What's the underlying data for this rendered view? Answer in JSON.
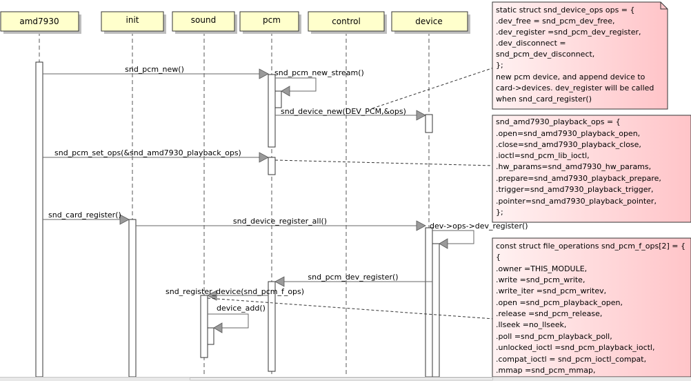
{
  "participants": [
    {
      "id": "amd7930",
      "label": "amd7930"
    },
    {
      "id": "init",
      "label": "init"
    },
    {
      "id": "sound",
      "label": "sound"
    },
    {
      "id": "pcm",
      "label": "pcm"
    },
    {
      "id": "control",
      "label": "control"
    },
    {
      "id": "device",
      "label": "device"
    }
  ],
  "messages": [
    {
      "from": "amd7930",
      "to": "pcm",
      "label": "snd_pcm_new()"
    },
    {
      "from": "pcm",
      "to": "pcm",
      "label": "snd_pcm_new_stream()"
    },
    {
      "from": "pcm",
      "to": "device",
      "label": "snd_device_new(DEV_PCM,&ops)"
    },
    {
      "from": "amd7930",
      "to": "pcm",
      "label": "snd_pcm_set_ops(&snd_amd7930_playback_ops)"
    },
    {
      "from": "amd7930",
      "to": "init",
      "label": "snd_card_register()"
    },
    {
      "from": "init",
      "to": "device",
      "label": "snd_device_register_all()"
    },
    {
      "from": "device",
      "to": "device",
      "label": "dev->ops->dev_register()"
    },
    {
      "from": "device",
      "to": "pcm",
      "label": "snd_pcm_dev_register()"
    },
    {
      "from": "pcm",
      "to": "sound",
      "label": "snd_register_device(snd_pcm_f_ops)"
    },
    {
      "from": "sound",
      "to": "sound",
      "label": "device_add()"
    }
  ],
  "notes": [
    {
      "id": "device-ops-note",
      "lines": [
        "static struct snd_device_ops ops = {",
        ".dev_free = snd_pcm_dev_free,",
        ".dev_register =snd_pcm_dev_register,",
        ".dev_disconnect =",
        "snd_pcm_dev_disconnect,",
        "};",
        "new pcm device, and append device to",
        "card->devices. dev_register will be called",
        "when snd_card_register()"
      ]
    },
    {
      "id": "playback-ops-note",
      "lines": [
        "snd_amd7930_playback_ops = {",
        ".open=snd_amd7930_playback_open,",
        ".close=snd_amd7930_playback_close,",
        ".ioctl=snd_pcm_lib_ioctl,",
        ".hw_params=snd_amd7930_hw_params,",
        ".prepare=snd_amd7930_playback_prepare,",
        ".trigger=snd_amd7930_playback_trigger,",
        ".pointer=snd_amd7930_playback_pointer,",
        "};"
      ]
    },
    {
      "id": "file-ops-note",
      "lines": [
        "const struct file_operations snd_pcm_f_ops[2] = {",
        "{",
        ".owner =THIS_MODULE,",
        ".write =snd_pcm_write,",
        ".write_iter =snd_pcm_writev,",
        ".open =snd_pcm_playback_open,",
        ".release =snd_pcm_release,",
        ".llseek =no_llseek,",
        ".poll =snd_pcm_playback_poll,",
        ".unlocked_ioctl =snd_pcm_playback_ioctl,",
        ".compat_ioctl = snd_pcm_ioctl_compat,",
        ".mmap =snd_pcm_mmap,"
      ]
    }
  ],
  "colors": {
    "header_fill": "#ffffcc",
    "note_fill_start": "#fff2f2",
    "note_fill_end": "#ffc4c8"
  }
}
